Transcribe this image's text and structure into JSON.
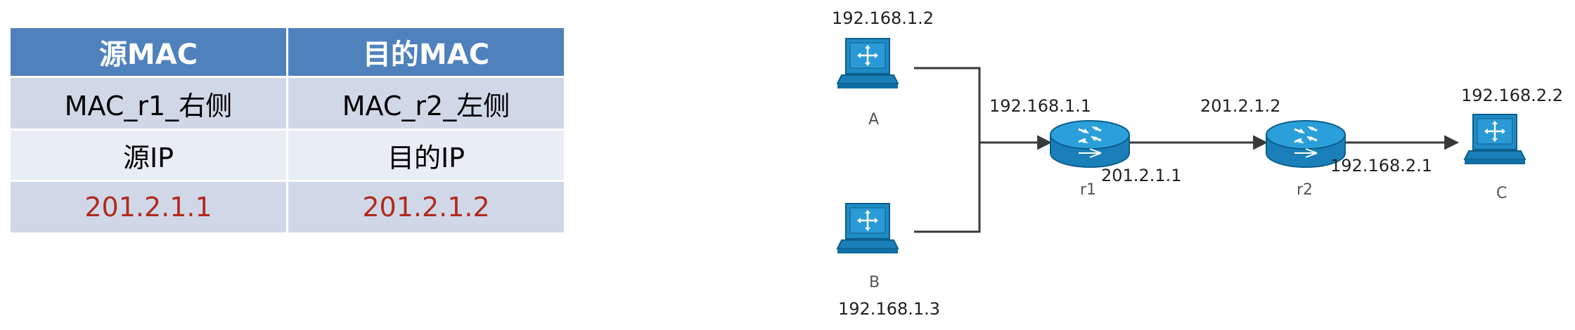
{
  "table": {
    "headers": [
      "源MAC",
      "目的MAC"
    ],
    "row_mac": [
      "MAC_r1_右侧",
      "MAC_r2_左侧"
    ],
    "row_ip_labels": [
      "源IP",
      "目的IP"
    ],
    "row_ip_values": [
      "201.2.1.1",
      "201.2.1.2"
    ]
  },
  "colors": {
    "header_bg": "#4f81bd",
    "row_dark": "#d0d8e8",
    "row_light": "#e9edf4",
    "ip_value": "#b22a1c",
    "device": "#1a86c0",
    "link": "#3a3a3a"
  },
  "diagram": {
    "host_a": {
      "name": "A",
      "ip": "192.168.1.2",
      "icon": "computer-icon"
    },
    "host_b": {
      "name": "B",
      "ip": "192.168.1.3",
      "icon": "computer-icon"
    },
    "host_c": {
      "name": "C",
      "ip": "192.168.2.2",
      "icon": "computer-icon"
    },
    "router_r1": {
      "name": "r1",
      "ip_left": "192.168.1.1",
      "ip_right": "201.2.1.1",
      "icon": "router-icon"
    },
    "router_r2": {
      "name": "r2",
      "ip_left": "201.2.1.2",
      "ip_right": "192.168.2.1",
      "icon": "router-icon"
    }
  }
}
